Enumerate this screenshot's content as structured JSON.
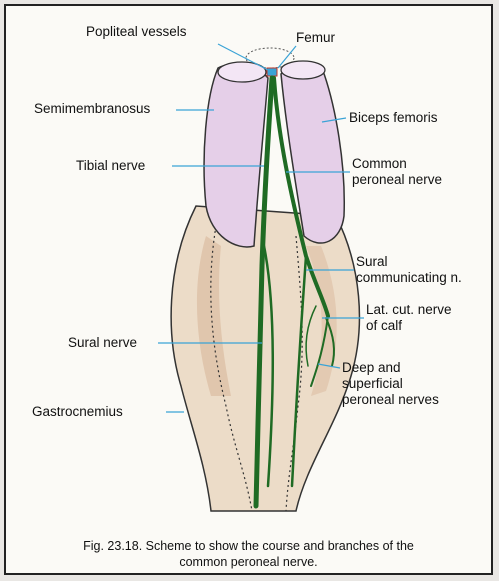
{
  "diagram": {
    "labels": {
      "popliteal_vessels": "Popliteal vessels",
      "femur": "Femur",
      "semimembranosus": "Semimembranosus",
      "biceps_femoris": "Biceps femoris",
      "tibial_nerve": "Tibial nerve",
      "common_peroneal_1": "Common",
      "common_peroneal_2": "peroneal nerve",
      "sural_comm_1": "Sural",
      "sural_comm_2": "communicating n.",
      "lat_cut_1": "Lat. cut. nerve",
      "lat_cut_2": "of calf",
      "sural_nerve": "Sural nerve",
      "deep_sup_1": "Deep and",
      "deep_sup_2": "superficial",
      "deep_sup_3": "peroneal nerves",
      "gastrocnemius": "Gastrocnemius"
    },
    "caption_line1": "Fig. 23.18. Scheme to show the course and branches of the",
    "caption_line2": "common peroneal nerve."
  },
  "colors": {
    "nerve": "#1f6b24",
    "muscle_upper": "#e3c9e6",
    "muscle_lower": "#ead6c0",
    "leader": "#3aa3d6"
  }
}
